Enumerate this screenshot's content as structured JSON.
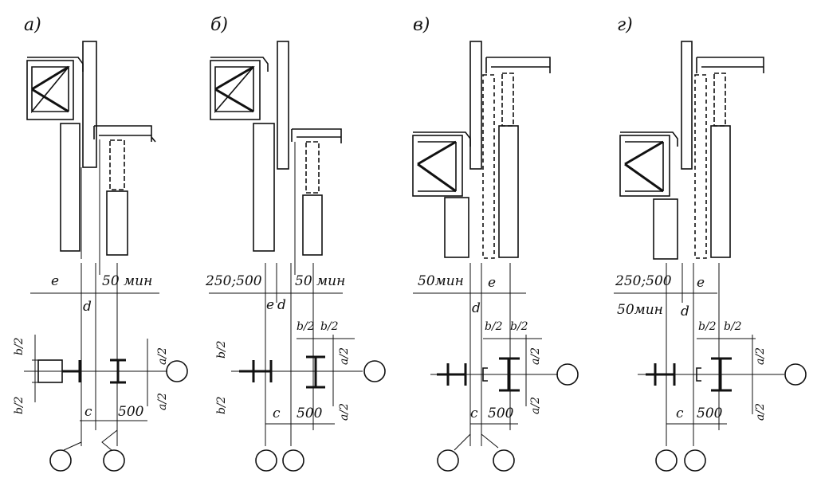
{
  "panels": [
    {
      "label": "а)",
      "dims": [
        "e",
        "50 мин",
        "d",
        "b/2",
        "b/2",
        "a/2",
        "a/2",
        "c",
        "500"
      ]
    },
    {
      "label": "б)",
      "dims": [
        "250;500",
        "50 мин",
        "e",
        "d",
        "b/2",
        "b/2",
        "b/2",
        "b/2",
        "a/2",
        "a/2",
        "c",
        "500"
      ]
    },
    {
      "label": "в)",
      "dims": [
        "50мин",
        "e",
        "d",
        "b/2",
        "b/2",
        "a/2",
        "a/2",
        "c",
        "500"
      ]
    },
    {
      "label": "г)",
      "dims": [
        "250;500",
        "e",
        "50мин",
        "d",
        "b/2",
        "b/2",
        "a/2",
        "a/2",
        "c",
        "500"
      ]
    }
  ]
}
